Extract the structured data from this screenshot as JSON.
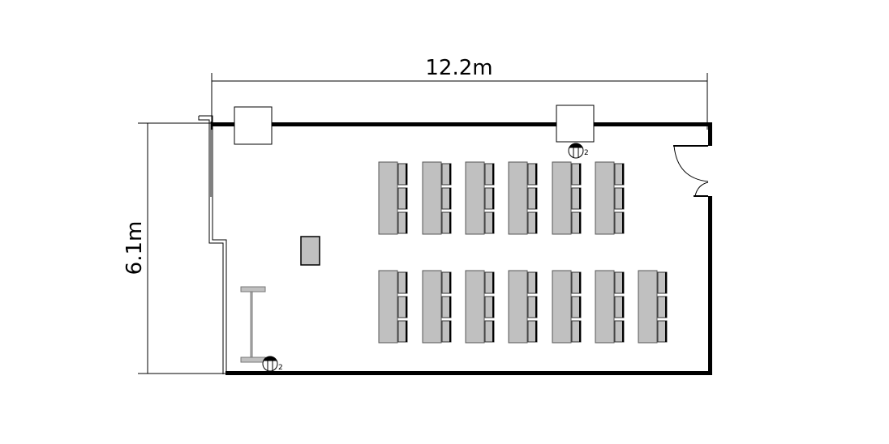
{
  "dimensions": {
    "width_label": "12.2m",
    "depth_label": "6.1m"
  },
  "layout": {
    "front_row_desks": 6,
    "back_row_desks": 7,
    "chairs_per_desk": 3
  },
  "equipment": {
    "camera_label_1": "2",
    "camera_label_2": "2"
  },
  "colors": {
    "furniture": "#c0c0c0",
    "wall": "#000000"
  }
}
